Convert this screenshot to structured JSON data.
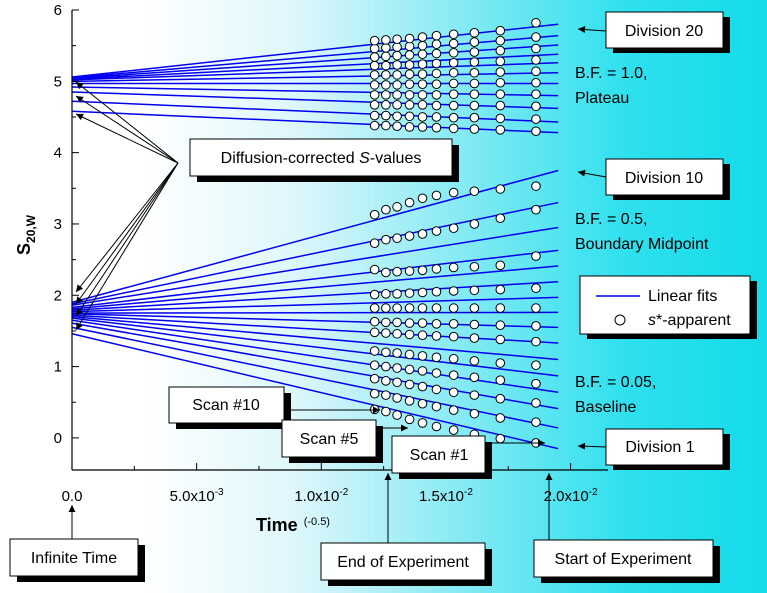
{
  "chart_data": {
    "type": "scatter",
    "xlabel": "Time",
    "xlabel_sup": "(-0.5)",
    "ylabel": "S",
    "ylabel_sub": "20,W",
    "xlim": [
      0,
      0.0215
    ],
    "ylim": [
      -0.45,
      6
    ],
    "x_ticks": [
      {
        "value": 0,
        "label": "0.0"
      },
      {
        "value": 0.005,
        "label": "5.0x10",
        "exp": "-3"
      },
      {
        "value": 0.01,
        "label": "1.0x10",
        "exp": "-2"
      },
      {
        "value": 0.015,
        "label": "1.5x10",
        "exp": "-2"
      },
      {
        "value": 0.02,
        "label": "2.0x10",
        "exp": "-2"
      }
    ],
    "y_ticks": [
      0,
      1,
      2,
      3,
      4,
      5,
      6
    ],
    "scan_x": [
      0.01214,
      0.01259,
      0.01304,
      0.01354,
      0.01406,
      0.01462,
      0.01531,
      0.01614,
      0.01718,
      0.01861
    ],
    "fit_x_end": 0.0195,
    "fit_lines": [
      {
        "intercept": 1.46,
        "end": -0.15
      },
      {
        "intercept": 1.55,
        "end": 0.14
      },
      {
        "intercept": 1.61,
        "end": 0.41
      },
      {
        "intercept": 1.65,
        "end": 0.64
      },
      {
        "intercept": 1.68,
        "end": 0.87
      },
      {
        "intercept": 1.7,
        "end": 1.1
      },
      {
        "intercept": 1.72,
        "end": 1.33
      },
      {
        "intercept": 1.74,
        "end": 1.55
      },
      {
        "intercept": 1.75,
        "end": 1.76
      },
      {
        "intercept": 1.77,
        "end": 1.97
      },
      {
        "intercept": 1.79,
        "end": 2.19
      },
      {
        "intercept": 1.81,
        "end": 2.41
      },
      {
        "intercept": 1.83,
        "end": 2.63
      },
      {
        "intercept": 1.86,
        "end": 2.95
      },
      {
        "intercept": 1.88,
        "end": 3.3
      },
      {
        "intercept": 1.9,
        "end": 3.75
      },
      {
        "intercept": 4.58,
        "end": 4.28
      },
      {
        "intercept": 4.72,
        "end": 4.43
      },
      {
        "intercept": 4.85,
        "end": 4.62
      },
      {
        "intercept": 4.92,
        "end": 4.8
      },
      {
        "intercept": 4.97,
        "end": 4.97
      },
      {
        "intercept": 5.0,
        "end": 5.12
      },
      {
        "intercept": 5.02,
        "end": 5.26
      },
      {
        "intercept": 5.03,
        "end": 5.38
      },
      {
        "intercept": 5.04,
        "end": 5.51
      },
      {
        "intercept": 5.05,
        "end": 5.64
      },
      {
        "intercept": 5.06,
        "end": 5.8
      }
    ],
    "series": [
      {
        "name": "Linear fits",
        "style": "line",
        "color": "#0000ee"
      },
      {
        "name": "s*-apparent",
        "style": "marker",
        "color": "#ffffff"
      }
    ],
    "scatter_groups": [
      {
        "y": [
          0.4,
          0.37,
          0.32,
          0.26,
          0.21,
          0.16,
          0.11,
          0.05,
          -0.01,
          -0.07
        ]
      },
      {
        "y": [
          0.62,
          0.6,
          0.56,
          0.52,
          0.48,
          0.44,
          0.39,
          0.34,
          0.28,
          0.22
        ]
      },
      {
        "y": [
          0.83,
          0.8,
          0.78,
          0.75,
          0.72,
          0.68,
          0.64,
          0.6,
          0.55,
          0.49
        ]
      },
      {
        "y": [
          1.02,
          1.0,
          0.98,
          0.96,
          0.94,
          0.91,
          0.88,
          0.85,
          0.81,
          0.76
        ]
      },
      {
        "y": [
          1.22,
          1.2,
          1.19,
          1.17,
          1.15,
          1.13,
          1.11,
          1.08,
          1.05,
          1.02
        ]
      },
      {
        "y": [
          1.48,
          1.47,
          1.46,
          1.45,
          1.44,
          1.43,
          1.42,
          1.4,
          1.38,
          1.35
        ]
      },
      {
        "y": [
          1.63,
          1.62,
          1.62,
          1.61,
          1.61,
          1.6,
          1.6,
          1.59,
          1.58,
          1.57
        ]
      },
      {
        "y": [
          1.82,
          1.82,
          1.82,
          1.82,
          1.82,
          1.82,
          1.82,
          1.82,
          1.82,
          1.82
        ]
      },
      {
        "y": [
          2.01,
          2.02,
          2.02,
          2.03,
          2.04,
          2.05,
          2.06,
          2.07,
          2.08,
          2.1
        ]
      },
      {
        "y": [
          2.36,
          2.32,
          2.33,
          2.34,
          2.35,
          2.37,
          2.39,
          2.4,
          2.42,
          2.55
        ]
      },
      {
        "y": [
          2.73,
          2.78,
          2.8,
          2.83,
          2.86,
          2.9,
          2.94,
          3.0,
          3.08,
          3.2
        ]
      },
      {
        "y": [
          3.13,
          3.2,
          3.24,
          3.3,
          3.36,
          3.4,
          3.44,
          3.46,
          3.49,
          3.53
        ]
      },
      {
        "y": [
          4.38,
          4.38,
          4.37,
          4.36,
          4.36,
          4.35,
          4.34,
          4.33,
          4.32,
          4.3
        ]
      },
      {
        "y": [
          4.52,
          4.52,
          4.51,
          4.51,
          4.5,
          4.5,
          4.49,
          4.49,
          4.48,
          4.47
        ]
      },
      {
        "y": [
          4.67,
          4.67,
          4.67,
          4.67,
          4.67,
          4.66,
          4.66,
          4.66,
          4.66,
          4.65
        ]
      },
      {
        "y": [
          4.81,
          4.81,
          4.81,
          4.81,
          4.81,
          4.81,
          4.82,
          4.82,
          4.82,
          4.82
        ]
      },
      {
        "y": [
          4.95,
          4.95,
          4.95,
          4.96,
          4.96,
          4.96,
          4.97,
          4.97,
          4.98,
          4.98
        ]
      },
      {
        "y": [
          5.09,
          5.09,
          5.09,
          5.1,
          5.1,
          5.11,
          5.12,
          5.12,
          5.13,
          5.14
        ]
      },
      {
        "y": [
          5.22,
          5.22,
          5.23,
          5.23,
          5.24,
          5.25,
          5.26,
          5.27,
          5.28,
          5.3
        ]
      },
      {
        "y": [
          5.34,
          5.35,
          5.36,
          5.37,
          5.38,
          5.39,
          5.4,
          5.41,
          5.43,
          5.46
        ]
      },
      {
        "y": [
          5.46,
          5.47,
          5.48,
          5.49,
          5.5,
          5.52,
          5.53,
          5.55,
          5.57,
          5.62
        ]
      },
      {
        "y": [
          5.57,
          5.58,
          5.59,
          5.6,
          5.62,
          5.64,
          5.66,
          5.68,
          5.71,
          5.82
        ]
      }
    ],
    "legend_position": "right"
  },
  "annotations": {
    "division_20": "Division 20",
    "division_10": "Division 10",
    "division_1": "Division 1",
    "bf_plateau_line1": "B.F. = 1.0,",
    "bf_plateau_line2": "Plateau",
    "bf_mid_line1": "B.F. = 0.5,",
    "bf_mid_line2": "Boundary Midpoint",
    "bf_base_line1": "B.F. = 0.05,",
    "bf_base_line2": "Baseline",
    "diffusion_pre": "Diffusion-corrected ",
    "diffusion_italic": "S",
    "diffusion_post": "-values",
    "scan_10": "Scan #10",
    "scan_5": "Scan #5",
    "scan_1": "Scan #1",
    "infinite_time": "Infinite Time",
    "end_experiment": "End of Experiment",
    "start_experiment": "Start of Experiment",
    "legend_fit": "Linear fits",
    "legend_marker_italic": "s",
    "legend_marker_rest": "*-apparent"
  },
  "colors": {
    "fit_line": "#0000ee",
    "axis": "#000000",
    "marker_fill": "#ffffff",
    "box_shadow": "#000000"
  }
}
